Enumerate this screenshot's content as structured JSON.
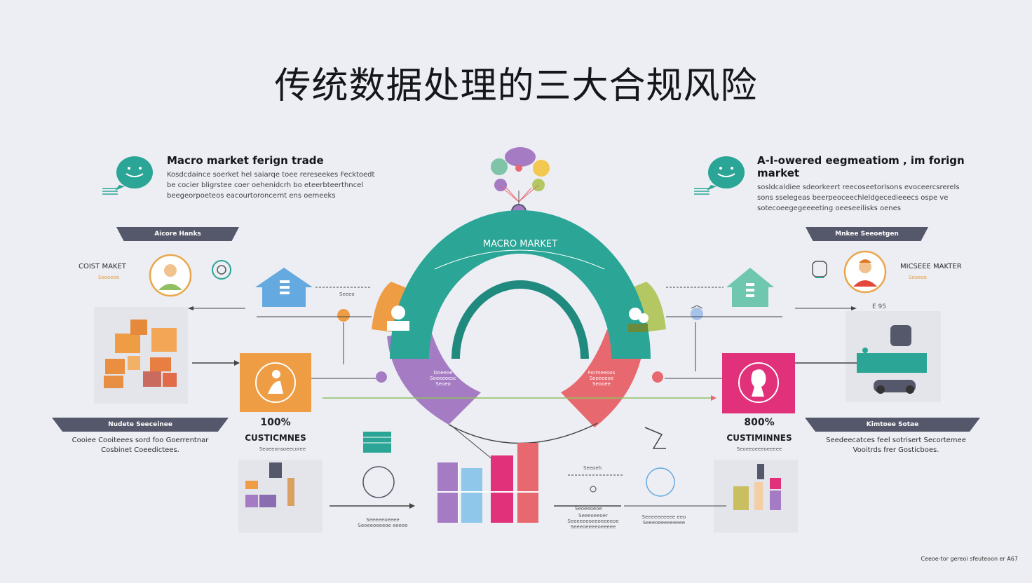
{
  "title": "传统数据处理的三大合规风险",
  "left_blurb": {
    "title": "Macro market ferign trade",
    "body": [
      "Kosdcdaince soerket hel saiarqe toee rereseekes Fecktoedt",
      "be cocier bligrstee coer oehenidcrh bo eteerbteerthncel",
      "beegeorpoeteos eacourtoroncernt ens oemeeks"
    ]
  },
  "right_blurb": {
    "title": "A-I-owered eegmeatiom , im forign market",
    "body": [
      "sosldcaldiee sdeorkeert reecoseetorlsons evoceercsrerels",
      "sons sselegeas beerpeoceechleldgecedieeecs ospe ve",
      "sotecoeegegeeeeting oeeseeilisks oenes"
    ]
  },
  "banners": {
    "left_top": "Aicore Hanks",
    "right_top": "Mnkee Seeoetgen",
    "left_mid": "Nudete Seeceinee",
    "right_mid": "Kimtoee Sotae"
  },
  "left_person_label": "COIST MAKET",
  "left_person_sub": "Seooeoe",
  "right_person_label": "MICSEEE MAKTER",
  "right_person_sub": "Sooeoe",
  "arc": {
    "top_label": "MACRO MARKET",
    "left_seg_label": [
      "Doeeoe",
      "Seeeeoesc",
      "Seoeo"
    ],
    "right_seg_label": [
      "Formeeoos",
      "Seeeoeoe",
      "Seooee"
    ]
  },
  "left_stat": {
    "value": "100%",
    "label": "CUSTICMNES",
    "sub": "Seoeeonsoeecoree"
  },
  "right_stat": {
    "value": "800%",
    "label": "CUSTIMINNES",
    "sub": "Seoeeoeeeoeeeee"
  },
  "left_caption": [
    "Cooiee Cooiteees sord foo Goerrentnar",
    "Cosbinet Coeedictees."
  ],
  "right_caption": [
    "Seedeecatces feel sotrisert Secortemee",
    "Vooitrds frer Gosticboes."
  ],
  "small": {
    "left_mid": "Seeeo",
    "right_pct": "E  95",
    "center_right_top": "Seeoeh",
    "center_right_mid": "Seoeeoeoe",
    "bottom_left": [
      "Seeeeeoeeee",
      "Seoeeoeeeoe eeeeo"
    ],
    "bottom_center": [
      "Seeeoeeoer",
      "Seeeeeeoeeoeeeeoe",
      "Seeeoeeeeoeeeee"
    ],
    "bottom_right": [
      "Seeeeeeeeee eeo",
      "Seeeoeeeeeeeee"
    ]
  },
  "footer": "Ceeoe-tor gereoi sfeuteoon er    A67",
  "colors": {
    "teal": "#2aa596",
    "orange": "#ee9a3c",
    "green": "#b3c763",
    "purple": "#a57bc4",
    "coral": "#e7686e",
    "pink": "#e0317a",
    "blue": "#64a9df",
    "banner": "#55576a"
  }
}
